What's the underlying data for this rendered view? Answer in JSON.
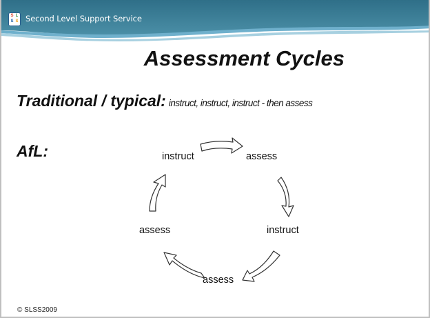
{
  "header": {
    "service_name": "Second Level Support Service",
    "logo_letters": [
      "S",
      "L",
      "S",
      "S"
    ],
    "band_color": "#3a7a94",
    "accent_color": "#5aa0c4"
  },
  "slide": {
    "title": "Assessment Cycles",
    "traditional": {
      "label": "Traditional / typical:",
      "description": "instruct, instruct, instruct - then assess"
    },
    "afl_label": "AfL:",
    "cycle": {
      "top_left": "instruct",
      "top_right": "assess",
      "right": "instruct",
      "bottom": "assess",
      "left": "assess"
    }
  },
  "footer": {
    "copyright": "© SLSS2009"
  }
}
